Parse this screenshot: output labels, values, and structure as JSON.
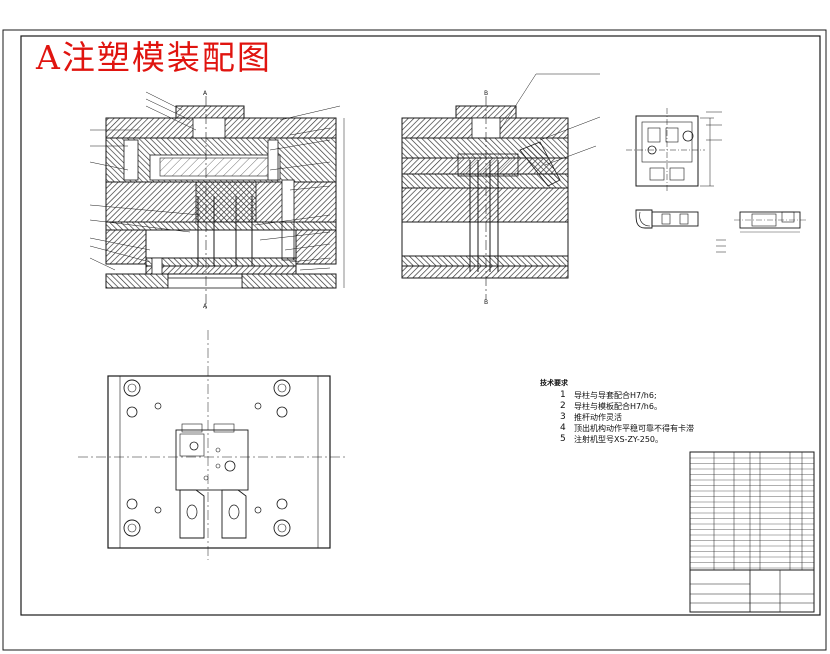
{
  "drawing": {
    "title": "A注塑模装配图"
  },
  "section_markers": {
    "left_top": "A",
    "left_bottom": "A",
    "right_top": "B",
    "right_bottom": "B"
  },
  "tech_requirements": {
    "heading": "技术要求",
    "items": [
      {
        "num": "1",
        "text": "导柱与导套配合H7/h6;"
      },
      {
        "num": "2",
        "text": "导柱与模板配合H7/h6。"
      },
      {
        "num": "3",
        "text": "推杆动作灵活"
      },
      {
        "num": "4",
        "text": "顶出机构动作平稳可靠不得有卡滞"
      },
      {
        "num": "5",
        "text": "注射机型号XS-ZY-250。"
      }
    ]
  },
  "colors": {
    "line": "#1a1a1a",
    "title": "#e0140f",
    "hatch": "#2a2a2a"
  }
}
